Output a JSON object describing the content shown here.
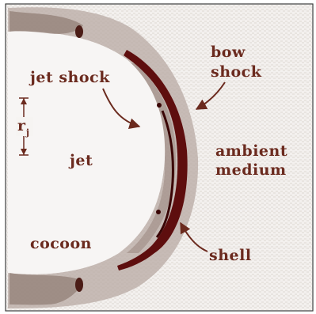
{
  "figure": {
    "labels": {
      "jet_shock": "jet shock",
      "bow": "bow",
      "shock": "shock",
      "jet": "jet",
      "ambient": "ambient",
      "medium": "medium",
      "cocoon": "cocoon",
      "shell": "shell",
      "radius_symbol": "r",
      "radius_subscript": "j"
    },
    "colors": {
      "background": "#f6f4f2",
      "speckle": "#d9d3cf",
      "shell": "#6b1010",
      "halo": "#a9958d",
      "label": "#6b2a1e",
      "border": "#333333"
    }
  }
}
